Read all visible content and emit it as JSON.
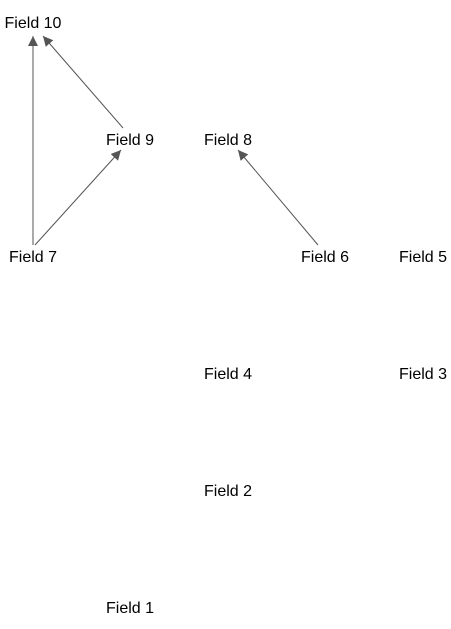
{
  "nodes": [
    {
      "id": "field1",
      "label": "Field 1"
    },
    {
      "id": "field2",
      "label": "Field 2"
    },
    {
      "id": "field3",
      "label": "Field 3"
    },
    {
      "id": "field4",
      "label": "Field 4"
    },
    {
      "id": "field5",
      "label": "Field 5"
    },
    {
      "id": "field6",
      "label": "Field 6"
    },
    {
      "id": "field7",
      "label": "Field 7"
    },
    {
      "id": "field8",
      "label": "Field 8"
    },
    {
      "id": "field9",
      "label": "Field 9"
    },
    {
      "id": "field10",
      "label": "Field 10"
    }
  ],
  "edges": [
    {
      "from": "field7",
      "to": "field10"
    },
    {
      "from": "field7",
      "to": "field9"
    },
    {
      "from": "field9",
      "to": "field10"
    },
    {
      "from": "field6",
      "to": "field8"
    }
  ],
  "colors": {
    "edge": "#555555",
    "text": "#000000",
    "background": "#ffffff"
  }
}
